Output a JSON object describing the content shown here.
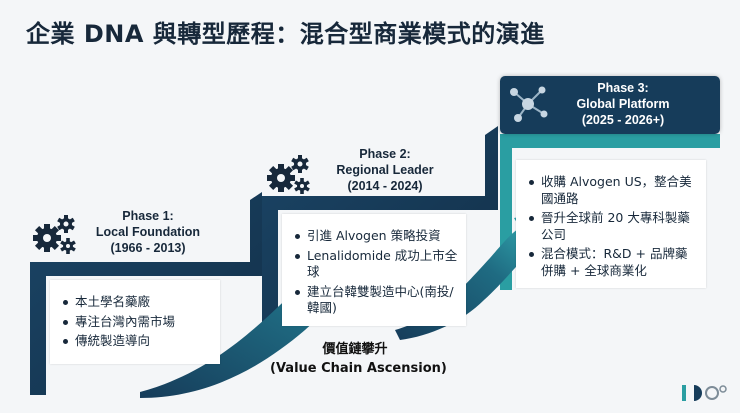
{
  "title": "企業 DNA 與轉型歷程：混合型商業模式的演進",
  "phases": [
    {
      "name": "Phase 1:",
      "subtitle": "Local Foundation",
      "period": "(1966 - 2013)",
      "bullets": [
        "本土學名藥廠",
        "專注台灣內需市場",
        "傳統製造導向"
      ]
    },
    {
      "name": "Phase 2:",
      "subtitle": "Regional Leader",
      "period": "(2014 - 2024)",
      "bullets": [
        "引進 Alvogen 策略投資",
        "Lenalidomide 成功上市全球",
        "建立台韓雙製造中心(南投/韓國)"
      ]
    },
    {
      "name": "Phase 3:",
      "subtitle": "Global Platform",
      "period": "(2025 - 2026+)",
      "bullets": [
        "收購 Alvogen US，整合美國通路",
        "晉升全球前 20 大專科製藥公司",
        "混合模式：R&D + 品牌藥併購 + 全球商業化"
      ]
    }
  ],
  "ascension": {
    "zh": "價值鏈攀升",
    "en": "(Value Chain Ascension)"
  },
  "colors": {
    "navy": "#163c5a",
    "teal": "#2aa3a3",
    "background": "#f4f6f8"
  },
  "icons": [
    "gear-cluster-icon",
    "molecule-icon",
    "logo-mark-icon"
  ]
}
